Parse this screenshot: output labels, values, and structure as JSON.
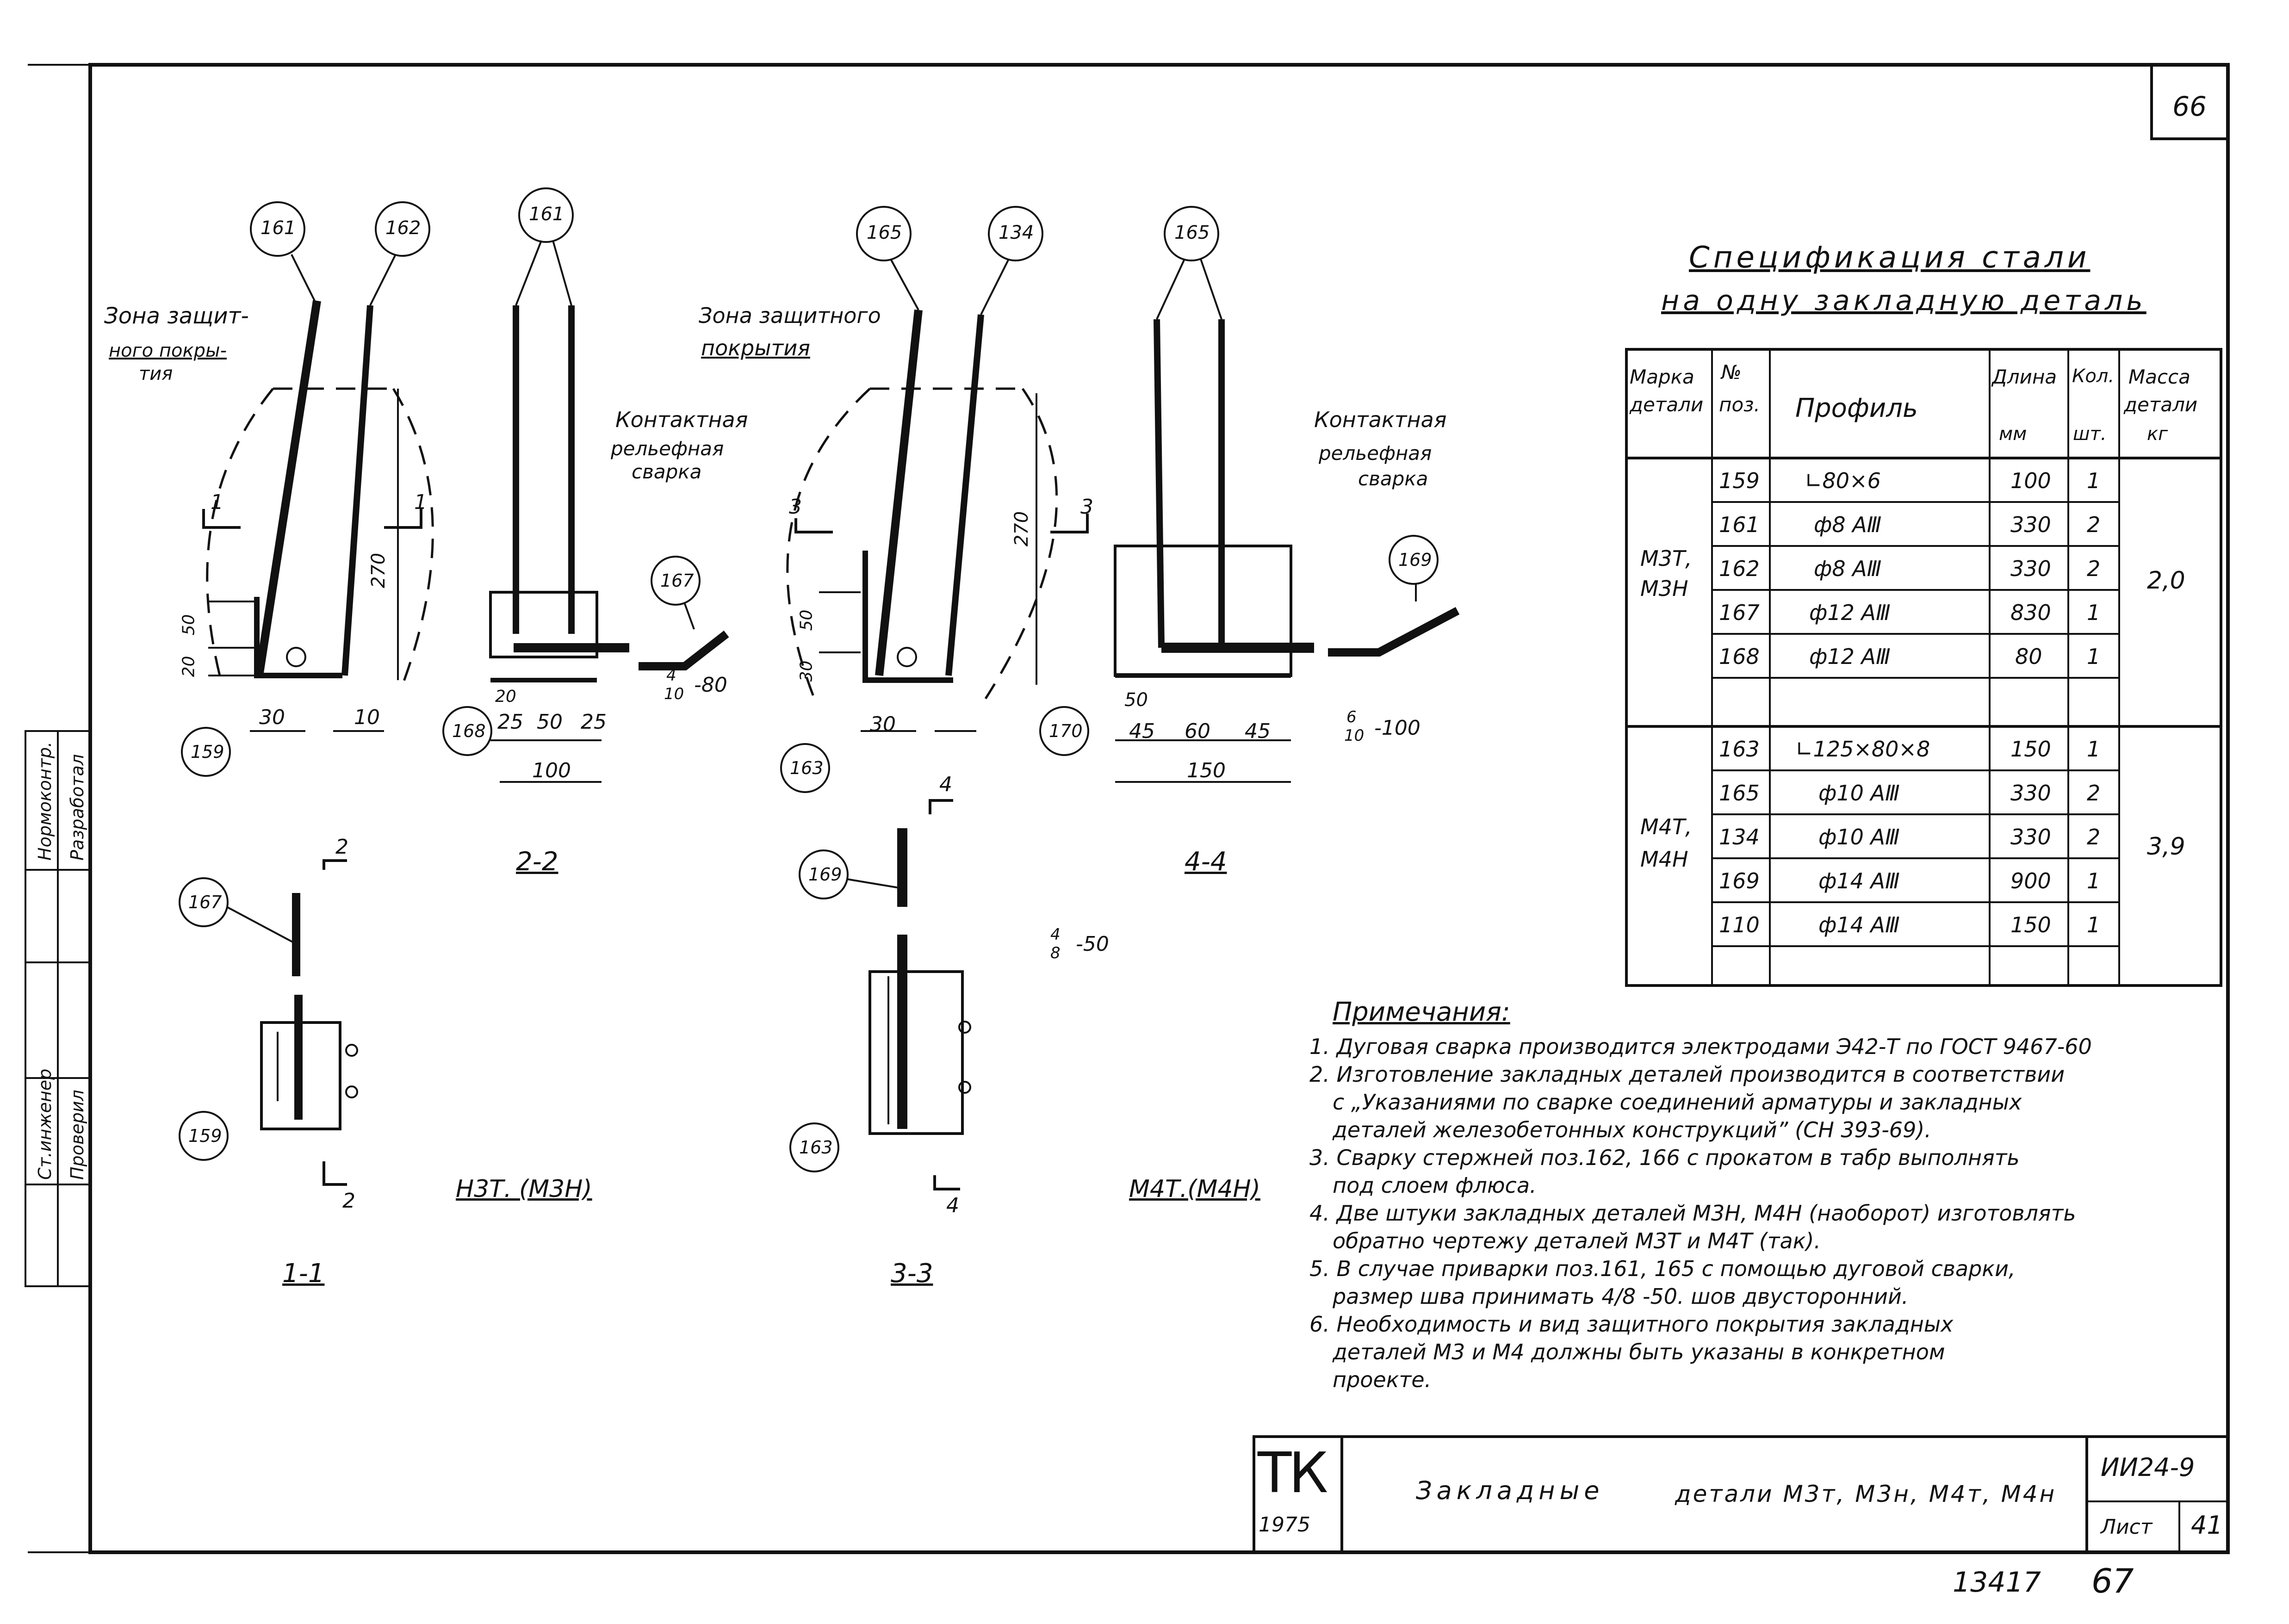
{
  "sheet_corner_number": "66",
  "spec": {
    "title_line1": "Спецификация стали",
    "title_line2": "на одну закладную деталь",
    "headers": {
      "mark": [
        "Марка",
        "детали"
      ],
      "pos": [
        "№",
        "поз."
      ],
      "profile": "Профиль",
      "length": [
        "Длина",
        "мм"
      ],
      "qty": [
        "Кол.",
        "шт."
      ],
      "mass": [
        "Масса",
        "детали",
        "кг"
      ]
    },
    "group1": {
      "mark": [
        "М3Т,",
        "М3Н"
      ],
      "mass": "2,0",
      "rows": [
        {
          "pos": "159",
          "profile": "∟80×6",
          "length": "100",
          "qty": "1"
        },
        {
          "pos": "161",
          "profile": "ф8 АⅢ",
          "length": "330",
          "qty": "2"
        },
        {
          "pos": "162",
          "profile": "ф8 АⅢ",
          "length": "330",
          "qty": "2"
        },
        {
          "pos": "167",
          "profile": "ф12 АⅢ",
          "length": "830",
          "qty": "1"
        },
        {
          "pos": "168",
          "profile": "ф12 АⅢ",
          "length": "80",
          "qty": "1"
        }
      ]
    },
    "group2": {
      "mark": [
        "М4Т,",
        "М4Н"
      ],
      "mass": "3,9",
      "rows": [
        {
          "pos": "163",
          "profile": "∟125×80×8",
          "length": "150",
          "qty": "1"
        },
        {
          "pos": "165",
          "profile": "ф10 АⅢ",
          "length": "330",
          "qty": "2"
        },
        {
          "pos": "134",
          "profile": "ф10 АⅢ",
          "length": "330",
          "qty": "2"
        },
        {
          "pos": "169",
          "profile": "ф14 АⅢ",
          "length": "900",
          "qty": "1"
        },
        {
          "pos": "110",
          "profile": "ф14 АⅢ",
          "length": "150",
          "qty": "1"
        }
      ]
    }
  },
  "drawing": {
    "label_zone_left": [
      "Зона защит-",
      "ного покры-",
      "тия"
    ],
    "label_zone_right": [
      "Зона защитного",
      "покрытия"
    ],
    "label_weld": [
      "Контактная",
      "рельефная",
      "сварка"
    ],
    "positions": [
      "161",
      "162",
      "159",
      "161",
      "168",
      "167",
      "165",
      "134",
      "163",
      "165",
      "170",
      "169",
      "167",
      "159",
      "169",
      "163"
    ],
    "dims": [
      "270",
      "50",
      "20",
      "30",
      "10",
      "20",
      "25",
      "50",
      "25",
      "100",
      "4",
      "10",
      "-80",
      "270",
      "50",
      "30",
      "30",
      "50",
      "45",
      "60",
      "45",
      "150",
      "6",
      "10",
      "-100",
      "4",
      "8",
      "-50"
    ],
    "section_marks": [
      "1",
      "1",
      "3",
      "3",
      "2",
      "2",
      "4",
      "4"
    ],
    "section_titles": [
      "2-2",
      "4-4",
      "1-1",
      "3-3"
    ],
    "view_titles": [
      "Н3Т. (М3Н)",
      "М4Т.(М4Н)"
    ]
  },
  "notes": {
    "title": "Примечания:",
    "lines": [
      "1. Дуговая сварка производится электродами Э42-Т по ГОСТ 9467-60",
      "2. Изготовление закладных деталей производится в соответствии",
      "с „Указаниями по сварке соединений арматуры и закладных",
      "деталей железобетонных конструкций” (СН 393-69).",
      "3. Сварку стержней поз.162, 166 с прокатом в табр выполнять",
      "под слоем флюса.",
      "4. Две штуки закладных деталей М3Н, М4Н (наоборот) изготовлять",
      "обратно чертежу деталей М3Т и М4Т (так).",
      "5. В случае приварки поз.161, 165 с помощью дуговой сварки,",
      "размер шва принимать 4/8 -50. шов двусторонний.",
      "6. Необходимость и вид защитного покрытия закладных",
      "деталей М3 и М4 должны быть указаны в конкретном",
      "проекте."
    ]
  },
  "left_stamp": {
    "rows": [
      "Ст.инженер",
      "Проверил",
      "Нормоконтр.",
      "Разработал"
    ]
  },
  "title_block": {
    "logo": "ТК",
    "year": "1975",
    "title_left": "Закладные",
    "title_right": "детали М3т, М3н, М4т, М4н",
    "series": "ИИ24-9",
    "sheet_label": "Лист",
    "sheet_number": "41"
  },
  "footer": {
    "archive_number": "13417",
    "page_number": "67"
  }
}
